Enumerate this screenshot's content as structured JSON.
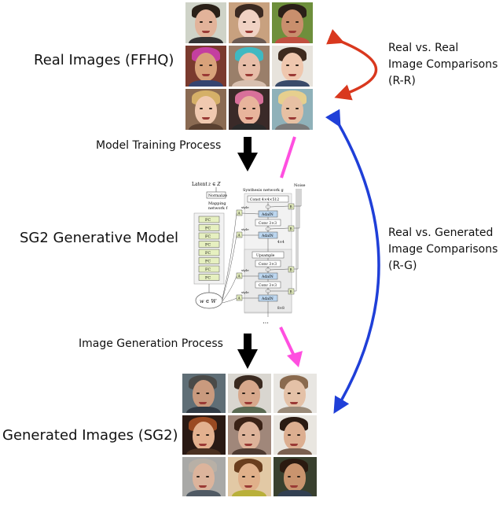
{
  "labels": {
    "real_images": "Real Images (FFHQ)",
    "model_training": "Model Training Process",
    "sg2_model": "SG2 Generative Model",
    "image_generation": "Image Generation Process",
    "generated_images": "Generated Images (SG2)",
    "rr_line1": "Real vs. Real",
    "rr_line2": "Image Comparisons",
    "rr_line3": "(R-R)",
    "rg_line1": "Real vs. Generated",
    "rg_line2": "Image Comparisons",
    "rg_line3": "(R-G)"
  },
  "architecture": {
    "latent": "Latent",
    "latent_symbol": "z ∈ Z",
    "normalize": "Normalize",
    "mapping_line1": "Mapping",
    "mapping_line2": "network f",
    "fc": [
      "FC",
      "FC",
      "FC",
      "FC",
      "FC",
      "FC",
      "FC",
      "FC"
    ],
    "w_space": "w ∈ W",
    "synthesis": "Synthesis network g",
    "noise": "Noise",
    "const": "Const 4×4×512",
    "adain": "AdaIN",
    "conv": "Conv 3×3",
    "upsample": "Upsample",
    "style": "style",
    "a": "A",
    "b": "B",
    "res4": "4×4",
    "res8": "8×8",
    "ellipsis": "⋯"
  },
  "colors": {
    "red_arrow": "#d9381e",
    "blue_arrow": "#1f3fd8",
    "magenta_arrow": "#ff4fe0",
    "black_arrow": "#000000",
    "fc_fill": "#e6f0c0",
    "adain_fill": "#bcd6ef"
  },
  "real_faces": [
    {
      "skin": "#e2b39a",
      "hair": "#2a2018",
      "bg": "#cfd3c8",
      "cloth": "#333333"
    },
    {
      "skin": "#f0d2c4",
      "hair": "#3b2a22",
      "bg": "#c8a17f",
      "cloth": "#6b5a52"
    },
    {
      "skin": "#c98f6d",
      "hair": "#2b1f18",
      "bg": "#6e8f3c",
      "cloth": "#c05040"
    },
    {
      "skin": "#d8a27a",
      "hair": "#c43fa0",
      "bg": "#7a3a2e",
      "cloth": "#344470"
    },
    {
      "skin": "#e7bda8",
      "hair": "#3fb9c2",
      "bg": "#9a7f6a",
      "cloth": "#d8c0b0"
    },
    {
      "skin": "#efc7ae",
      "hair": "#3e2a1e",
      "bg": "#e7e3dc",
      "cloth": "#3a4b6a"
    },
    {
      "skin": "#f0c9b0",
      "hair": "#d5b068",
      "bg": "#8a6a52",
      "cloth": "#5a4030"
    },
    {
      "skin": "#e8b49c",
      "hair": "#d8709a",
      "bg": "#3a2a28",
      "cloth": "#2a2a2a"
    },
    {
      "skin": "#e7c0a3",
      "hair": "#e6cf8e",
      "bg": "#8fb1b9",
      "cloth": "#7a7a7a"
    }
  ],
  "generated_faces": [
    {
      "skin": "#c99a7e",
      "hair": "#4a4a48",
      "bg": "#5f6e76",
      "cloth": "#303a44"
    },
    {
      "skin": "#d7a88c",
      "hair": "#3a2a20",
      "bg": "#d9d6d0",
      "cloth": "#5a6a52"
    },
    {
      "skin": "#e4c1a7",
      "hair": "#8a6a4e",
      "bg": "#e8e6e2",
      "cloth": "#9a8a78"
    },
    {
      "skin": "#e3b18f",
      "hair": "#9a4a22",
      "bg": "#2a1a14",
      "cloth": "#4a3020"
    },
    {
      "skin": "#ddb39a",
      "hair": "#3a2216",
      "bg": "#a0877a",
      "cloth": "#4e3a30"
    },
    {
      "skin": "#dcae90",
      "hair": "#2a1a12",
      "bg": "#e9e6e0",
      "cloth": "#7a6050"
    },
    {
      "skin": "#dcb49c",
      "hair": "#b8b0a6",
      "bg": "#a9a9a7",
      "cloth": "#505a64"
    },
    {
      "skin": "#e0b08a",
      "hair": "#6a3e1e",
      "bg": "#e2c9a5",
      "cloth": "#b9b03a"
    },
    {
      "skin": "#c9946e",
      "hair": "#2a1a10",
      "bg": "#39402e",
      "cloth": "#324052"
    }
  ]
}
